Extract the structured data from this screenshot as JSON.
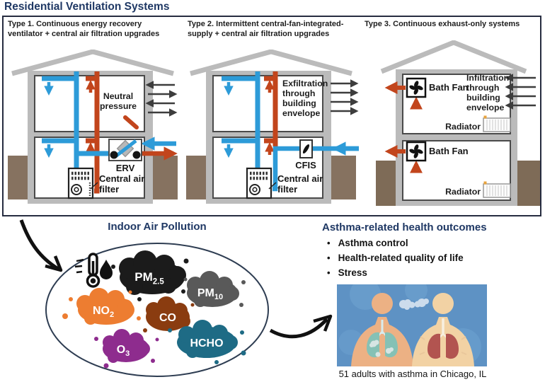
{
  "title": "Residential Ventilation Systems",
  "systems": {
    "type1": {
      "heading": "Type 1.  Continuous energy recovery ventilator + central air filtration upgrades",
      "labels": {
        "neutral_pressure": [
          "Neutral",
          "pressure"
        ],
        "erv": "ERV",
        "central_air_filter": [
          "Central air",
          "filter"
        ]
      }
    },
    "type2": {
      "heading": "Type 2.  Intermittent central-fan-integrated-supply + central air filtration upgrades",
      "labels": {
        "exfiltration": [
          "Exfiltration",
          "through",
          "building",
          "envelope"
        ],
        "cfis": "CFIS",
        "central_air_filter": [
          "Central air",
          "filter"
        ]
      }
    },
    "type3": {
      "heading": "Type 3.  Continuous exhaust-only systems",
      "labels": {
        "bath_fan_upper": "Bath Fan",
        "bath_fan_lower": "Bath Fan",
        "infiltration": [
          "Infiltration",
          "through",
          "building",
          "envelope"
        ],
        "radiator_upper": "Radiator",
        "radiator_lower": "Radiator"
      }
    }
  },
  "pollution": {
    "title": "Indoor Air Pollution",
    "pollutants": [
      {
        "name": "PM2.5",
        "main": "PM",
        "sub": "2.5",
        "color": "#1b1b1b"
      },
      {
        "name": "PM10",
        "main": "PM",
        "sub": "10",
        "color": "#595959"
      },
      {
        "name": "NO2",
        "main": "NO",
        "sub": "2",
        "color": "#ed7d31"
      },
      {
        "name": "CO",
        "main": "CO",
        "sub": "",
        "color": "#8a3c10"
      },
      {
        "name": "O3",
        "main": "O",
        "sub": "3",
        "color": "#8e2c8e"
      },
      {
        "name": "HCHO",
        "main": "HCHO",
        "sub": "",
        "color": "#1e6b85"
      }
    ],
    "other_icon": "temperature-humidity-icon"
  },
  "outcomes": {
    "title": "Asthma-related health outcomes",
    "bullets": [
      "Asthma control",
      "Health-related quality of life",
      "Stress"
    ],
    "caption": "51 adults with asthma in Chicago, IL"
  },
  "colors": {
    "accent_navy": "#1f3864",
    "supply_air_blue": "#2d9bd8",
    "exhaust_air_red": "#c2451c",
    "wall_gray": "#bbbbbb",
    "ground_brown": "#867260",
    "envelope_arrow_dark": "#3d3d3d"
  }
}
